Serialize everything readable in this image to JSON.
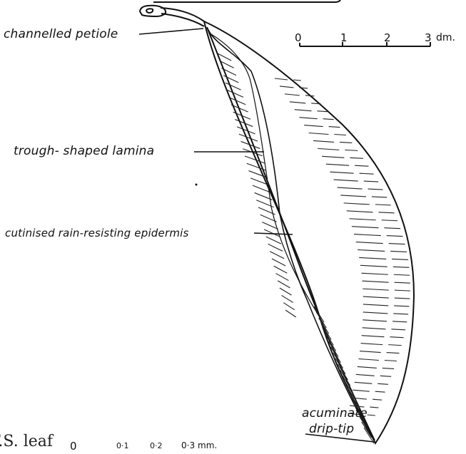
{
  "labels": {
    "petiole": "channelled petiole",
    "lamina": "trough- shaped lamina",
    "epidermis": "cutinised rain-resisting epidermis",
    "tip_line1": "acuminate",
    "tip_line2": "drip-tip"
  },
  "scale_bar": {
    "ticks": [
      "0",
      "1",
      "2",
      "3"
    ],
    "unit": "dm."
  },
  "bottom_scale": {
    "caption": "T.S. leaf",
    "ticks": [
      "0",
      "0·1",
      "0·2",
      "0·3"
    ],
    "unit": "mm."
  }
}
